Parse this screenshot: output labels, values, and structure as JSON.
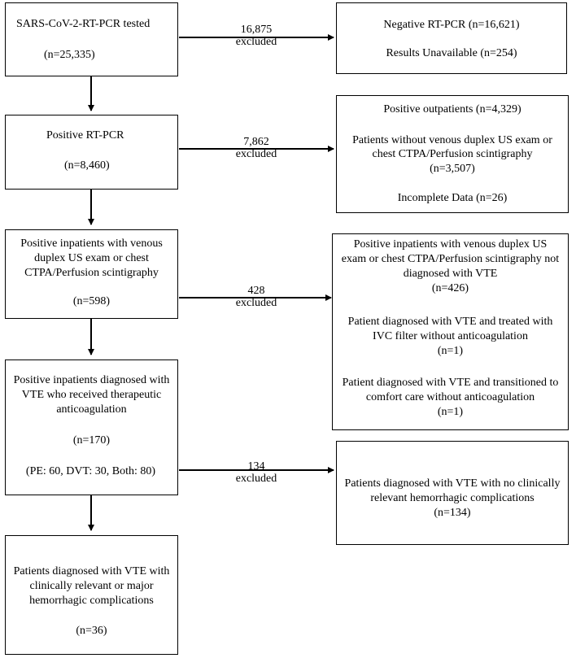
{
  "boxes": {
    "tested": {
      "title": "SARS-CoV-2-RT-PCR  tested",
      "n": "(n=25,335)"
    },
    "negative": {
      "line1": "Negative RT-PCR  (n=16,621)",
      "line2": "Results Unavailable  (n=254)"
    },
    "positive": {
      "title": "Positive RT-PCR",
      "n": "(n=8,460)"
    },
    "excluded_outpatients": {
      "line1": "Positive outpatients  (n=4,329)",
      "line2a": "Patients without venous duplex US exam or",
      "line2b": "chest CTPA/Perfusion scintigraphy",
      "line2c": "(n=3,507)",
      "line3": "Incomplete  Data  (n=26)"
    },
    "inpatients": {
      "line1": "Positive inpatients with venous",
      "line2": "duplex US exam or chest",
      "line3": "CTPA/Perfusion scintigraphy",
      "n": "(n=598)"
    },
    "excluded_inpatients": {
      "a1": "Positive inpatients with venous duplex US",
      "a2": "exam or chest CTPA/Perfusion scintigraphy not",
      "a3": "diagnosed with VTE",
      "a4": "(n=426)",
      "b1": "Patient diagnosed with VTE and treated with",
      "b2": "IVC filter without anticoagulation",
      "b3": "(n=1)",
      "c1": "Patient diagnosed with VTE and transitioned to",
      "c2": "comfort care without anticoagulation",
      "c3": "(n=1)"
    },
    "vte_treated": {
      "line1": "Positive inpatients diagnosed with",
      "line2": "VTE who received therapeutic",
      "line3": "anticoagulation",
      "n": "(n=170)",
      "breakdown": "(PE: 60, DVT: 30, Both: 80)"
    },
    "no_hemorrhage": {
      "line1": "Patients diagnosed with VTE with no clinically",
      "line2": "relevant hemorrhagic complications",
      "n": "(n=134)"
    },
    "hemorrhage": {
      "line1": "Patients diagnosed with VTE with",
      "line2": "clinically relevant or major",
      "line3": "hemorrhagic complications",
      "n": "(n=36)"
    }
  },
  "exclusions": [
    {
      "count": "16,875",
      "word": "excluded"
    },
    {
      "count": "7,862",
      "word": "excluded"
    },
    {
      "count": "428",
      "word": "excluded"
    },
    {
      "count": "134",
      "word": "excluded"
    }
  ],
  "colors": {
    "line": "#000000",
    "text": "#000000",
    "background": "#ffffff"
  }
}
